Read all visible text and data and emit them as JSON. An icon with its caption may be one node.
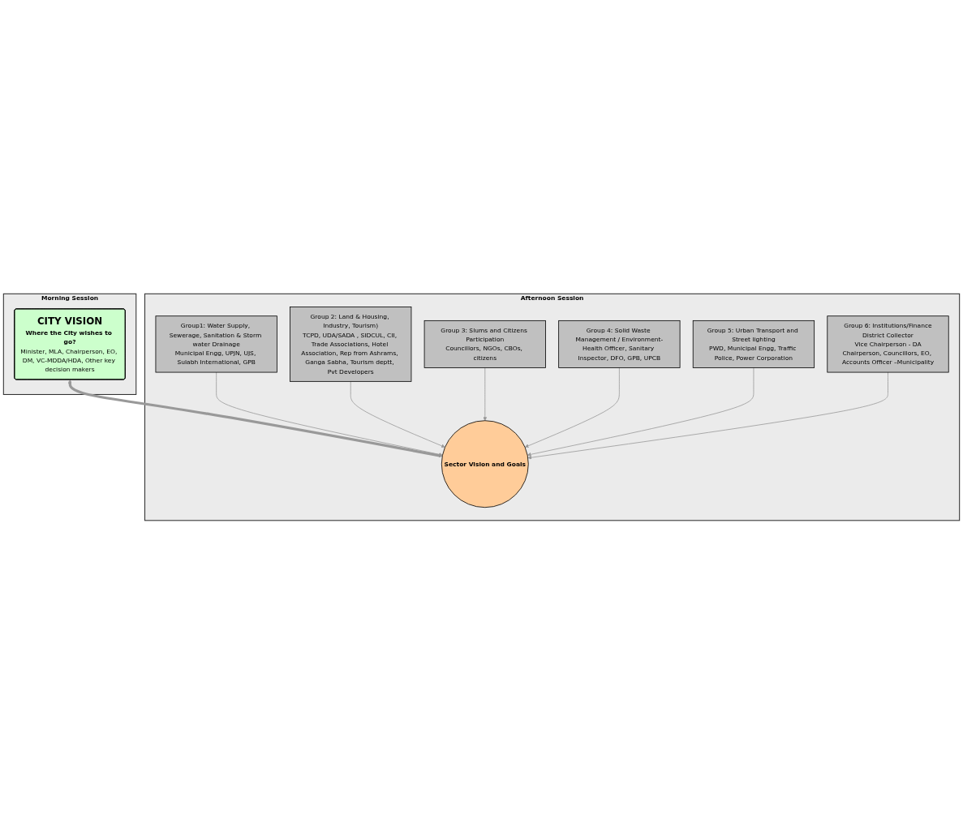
{
  "diagram": {
    "nodes": [
      {
        "text": [
          "Morning Session"
        ]
      },
      {
        "text": [
          "CITY VISION",
          "Where the City wishes to go?",
          "Minister, MLA, Chairperson, EO, DM, VC-MDDA/HDA, Other key decision makers"
        ],
        "in": 0
      },
      {
        "text": [
          "Afternoon Session"
        ]
      },
      {
        "text": [
          "Group1: Water Supply, Sewerage, Sanitation & Storm water Drainage",
          "Municipal Engg, UPJN, UJS, Sulabh International, GPB"
        ],
        "in": 2
      },
      {
        "text": [
          "Group 2: Land & Housing, Industry, Tourism)",
          "TCPD, UDA/SADA , SIDCUL, CII, Trade Associations, Hotel Association, Rep from Ashrams, Ganga Sabha, Tourism deptt, Pvt Developers"
        ],
        "in": 2
      },
      {
        "text": [
          "Sector Vision and Goals"
        ],
        "in": 2
      },
      {
        "text": [
          "Group 3: Slums and Citizens Participation",
          "Councillors, NGOs, CBOs, citizens"
        ],
        "in": 2
      },
      {
        "text": [
          "Group 4: Solid Waste Management / Environment-",
          "Health Officer, Sanitary Inspector, DFO, GPB, UPCB"
        ],
        "in": 2
      },
      {
        "text": [
          "Group 5: Urban Transport and Street lighting",
          "PWD, Municipal Engg, Traffic Police, Power Corporation"
        ],
        "in": 2
      },
      {
        "text": [
          "Group 6: Institutions/Finance",
          "District Collector",
          "Vice Chairperson - DA",
          "Chairperson, Councillors, EO, Accounts Officer –Municipality"
        ],
        "in": 2
      }
    ],
    "edges": [
      {
        "from": 1,
        "to": 5,
        "arrow": "both",
        "style": "thick"
      },
      {
        "from": 3,
        "to": 5,
        "arrow": "to"
      },
      {
        "from": 4,
        "to": 5,
        "arrow": "to"
      },
      {
        "from": 6,
        "to": 5,
        "arrow": "to"
      },
      {
        "from": 7,
        "to": 5,
        "arrow": "to"
      },
      {
        "from": 8,
        "to": 5,
        "arrow": "to"
      },
      {
        "from": 9,
        "to": 5,
        "arrow": "to"
      }
    ]
  }
}
